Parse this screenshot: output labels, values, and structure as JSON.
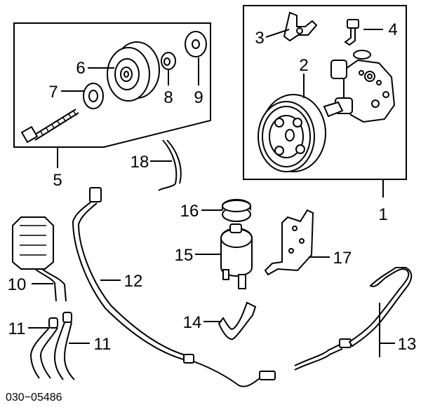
{
  "callouts": [
    {
      "id": "1",
      "label": "1"
    },
    {
      "id": "2",
      "label": "2"
    },
    {
      "id": "3",
      "label": "3"
    },
    {
      "id": "4",
      "label": "4"
    },
    {
      "id": "5",
      "label": "5"
    },
    {
      "id": "6",
      "label": "6"
    },
    {
      "id": "7",
      "label": "7"
    },
    {
      "id": "8",
      "label": "8"
    },
    {
      "id": "9",
      "label": "9"
    },
    {
      "id": "10",
      "label": "10"
    },
    {
      "id": "11a",
      "label": "11"
    },
    {
      "id": "11b",
      "label": "11"
    },
    {
      "id": "12",
      "label": "12"
    },
    {
      "id": "13",
      "label": "13"
    },
    {
      "id": "14",
      "label": "14"
    },
    {
      "id": "15",
      "label": "15"
    },
    {
      "id": "16",
      "label": "16"
    },
    {
      "id": "17",
      "label": "17"
    },
    {
      "id": "18",
      "label": "18"
    }
  ],
  "diagram_code": "030−05486"
}
